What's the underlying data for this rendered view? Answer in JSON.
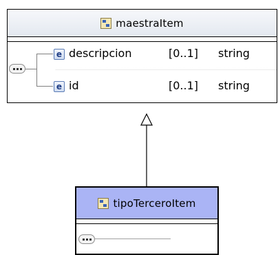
{
  "parent": {
    "name": "maestraItem",
    "icon": "complex-type-icon",
    "elements": [
      {
        "icon": "element-icon",
        "icon_letter": "e",
        "name": "descripcion",
        "cardinality": "[0..1]",
        "type": "string"
      },
      {
        "icon": "element-icon",
        "icon_letter": "e",
        "name": "id",
        "cardinality": "[0..1]",
        "type": "string"
      }
    ]
  },
  "child": {
    "name": "tipoTerceroItem",
    "icon": "complex-type-icon",
    "header_color": "#aab4f5"
  },
  "relationship": "inheritance-arrow"
}
